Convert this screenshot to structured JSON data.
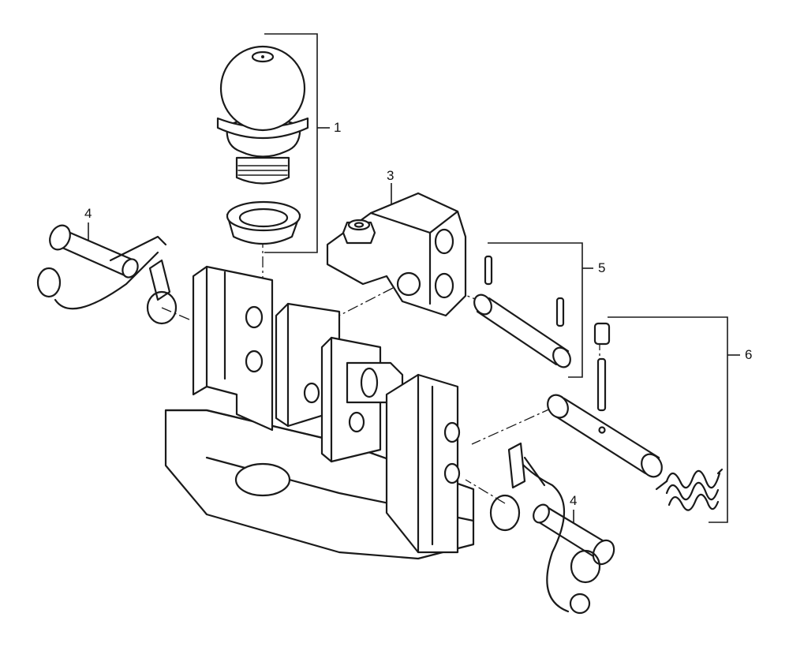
{
  "diagram": {
    "callouts": [
      {
        "id": "c1",
        "label": "1"
      },
      {
        "id": "c3",
        "label": "3"
      },
      {
        "id": "c4a",
        "label": "4"
      },
      {
        "id": "c4b",
        "label": "4"
      },
      {
        "id": "c5",
        "label": "5"
      },
      {
        "id": "c6",
        "label": "6"
      }
    ]
  }
}
